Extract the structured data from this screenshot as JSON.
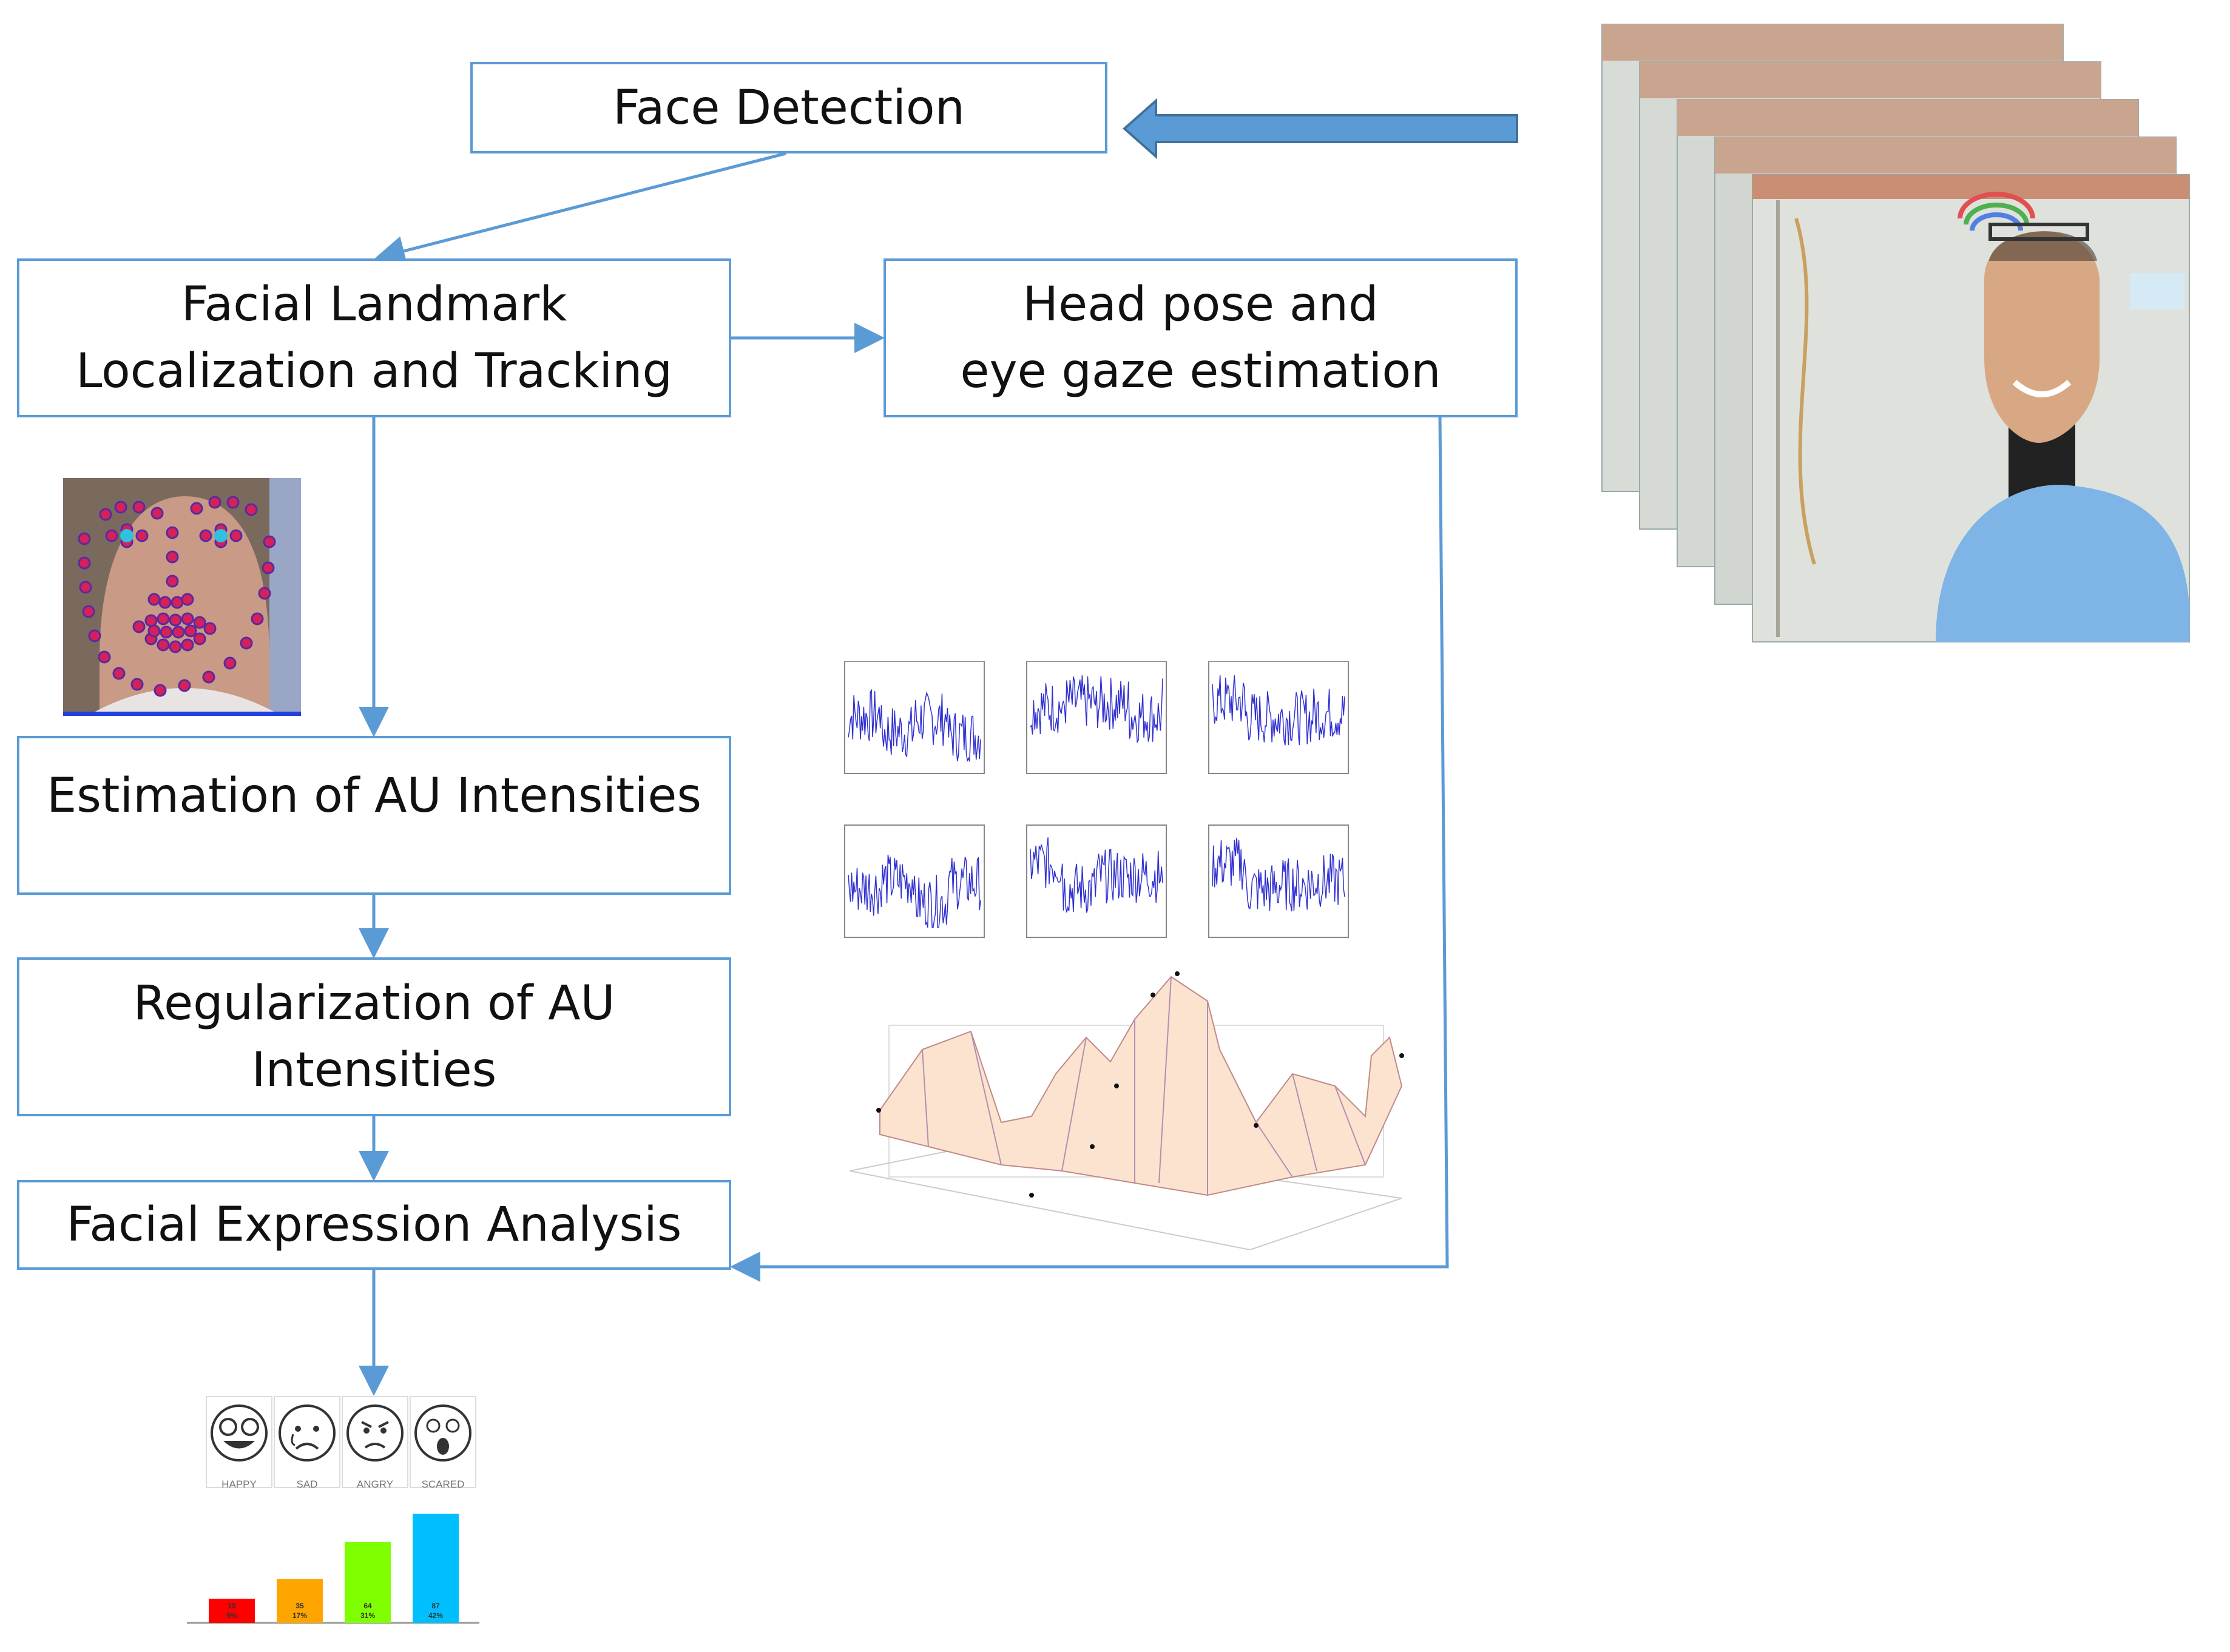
{
  "diagram": {
    "face_detection": "Face Detection",
    "landmark": [
      "Facial Landmark",
      "Localization and Tracking"
    ],
    "head_pose": [
      "Head pose and",
      "eye gaze estimation"
    ],
    "au_estimation": "Estimation of AU Intensities",
    "au_regularization": [
      "Regularization of AU",
      "Intensities"
    ],
    "facial_expression_analysis": "Facial Expression Analysis"
  },
  "emotions": {
    "labels": [
      "HAPPY",
      "SAD",
      "ANGRY",
      "SCARED"
    ],
    "bars": [
      {
        "value": "19",
        "percent": "9%",
        "fraction": 0.22,
        "color": "#ff0000"
      },
      {
        "value": "35",
        "percent": "17%",
        "fraction": 0.4,
        "color": "#ffa500"
      },
      {
        "value": "64",
        "percent": "31%",
        "fraction": 0.74,
        "color": "#7fff00"
      },
      {
        "value": "87",
        "percent": "42%",
        "fraction": 1.0,
        "color": "#00bfff"
      }
    ]
  },
  "colors": {
    "box_border": "#5b9bd5",
    "arrow": "#5b9bd5",
    "landmark_dot": "#d6205a",
    "plot_line": "#3030d0",
    "surface_fill": "#fbe3cf"
  }
}
